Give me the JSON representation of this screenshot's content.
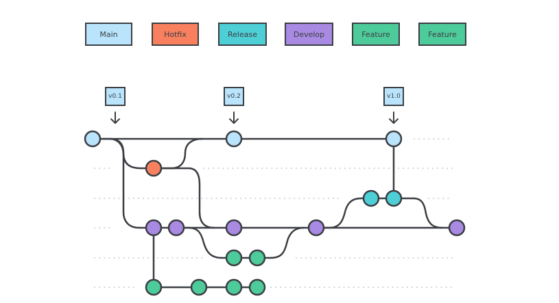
{
  "colors": {
    "main": "#b9e4fb",
    "hotfix": "#f9805f",
    "release": "#4ecfd6",
    "develop": "#a98ae3",
    "feature": "#4ecb9a",
    "stroke": "#3a3d42",
    "dotted": "#c9ccd0"
  },
  "legend": [
    {
      "label": "Main",
      "color": "#b9e4fb"
    },
    {
      "label": "Hotfix",
      "color": "#f9805f"
    },
    {
      "label": "Release",
      "color": "#4ecfd6"
    },
    {
      "label": "Develop",
      "color": "#a98ae3"
    },
    {
      "label": "Feature",
      "color": "#4ecb9a"
    },
    {
      "label": "Feature",
      "color": "#4ecb9a"
    }
  ],
  "tags": [
    "v0.1",
    "v0.2",
    "v1.0"
  ],
  "icons": {
    "tag_pointer": "down-arrow-icon"
  }
}
